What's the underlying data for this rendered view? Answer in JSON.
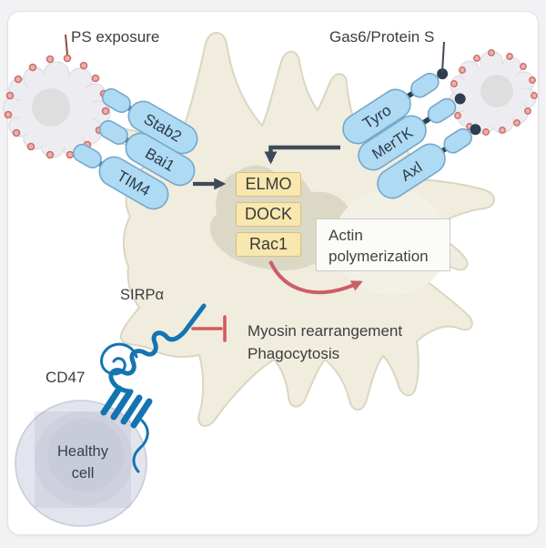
{
  "figure": {
    "labels": {
      "ps_exposure": "PS exposure",
      "gas6_protein_s": "Gas6/Protein S",
      "sirp_alpha": "SIRPα",
      "cd47": "CD47",
      "myosin": "Myosin rearrangement",
      "phagocytosis": "Phagocytosis"
    },
    "receptors_left": [
      {
        "label": "Stab2"
      },
      {
        "label": "Bai1"
      },
      {
        "label": "TIM4"
      }
    ],
    "receptors_right": [
      {
        "label": "Tyro"
      },
      {
        "label": "MerTK"
      },
      {
        "label": "Axl"
      }
    ],
    "signaling_cascade": [
      {
        "label": "ELMO"
      },
      {
        "label": "DOCK"
      },
      {
        "label": "Rac1"
      }
    ],
    "actin_box": {
      "line1": "Actin",
      "line2": "polymerization"
    },
    "healthy_cell": {
      "line1": "Healthy",
      "line2": "cell"
    },
    "colors": {
      "receptor_fill": "#aedaf3",
      "receptor_border": "#74a8cc",
      "connector_dark": "#2e3d50",
      "arrow_dark": "#3e4a5a",
      "arrow_red": "#cc5e68",
      "inhibit_red": "#d45a5a",
      "cascade_box_fill": "#f8e7ae",
      "cascade_box_border": "#d8c07b",
      "phagocyte_fill": "#f0eddf",
      "nucleus_fill": "#dbd8c5",
      "apoptotic_cell_fill": "#ededf1",
      "ps_dot_fill": "#f0aeaa",
      "blue_receptor": "#1474b2",
      "healthy_cell_fill": "#e2e4ee"
    }
  }
}
